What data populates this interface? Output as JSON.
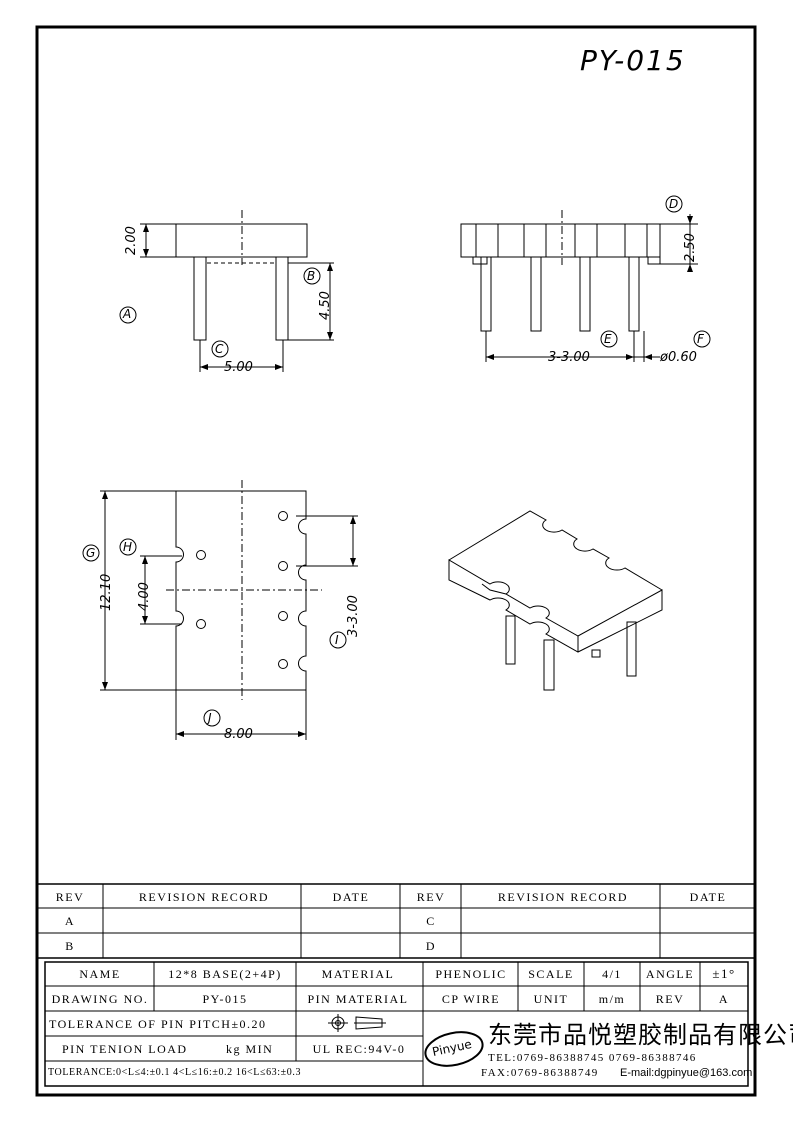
{
  "drawing": {
    "title": "PY-015",
    "dimensions": {
      "a_value": "2.00",
      "b_value": "4.50",
      "c_value": "5.00",
      "d_value": "2.50",
      "e_value": "3-3.00",
      "f_value": "ø0.60",
      "g_value": "12.10",
      "h_value": "4.00",
      "i_value": "3-3.00",
      "j_value": "8.00"
    },
    "callouts": [
      "A",
      "B",
      "C",
      "D",
      "E",
      "F",
      "G",
      "H",
      "I",
      "J"
    ]
  },
  "revision_table": {
    "headers": [
      "REV",
      "REVISION RECORD",
      "DATE",
      "REV",
      "REVISION RECORD",
      "DATE"
    ],
    "rows": [
      {
        "rev_left": "A",
        "rev_right": "C"
      },
      {
        "rev_left": "B",
        "rev_right": "D"
      }
    ]
  },
  "title_block": {
    "name_label": "NAME",
    "name_value": "12*8 BASE(2+4P)",
    "material_label": "MATERIAL",
    "material_value": "PHENOLIC",
    "scale_label": "SCALE",
    "scale_value": "4/1",
    "angle_label": "ANGLE",
    "angle_value": "±1°",
    "drawing_no_label": "DRAWING NO.",
    "drawing_no_value": "PY-015",
    "pin_material_label": "PIN MATERIAL",
    "pin_material_value": "CP WIRE",
    "unit_label": "UNIT",
    "unit_value": "m/m",
    "rev_label": "REV",
    "rev_value": "A",
    "tolerance_pitch": "TOLERANCE OF PIN PITCH±0.20",
    "pin_load": "PIN TENION LOAD",
    "pin_load_unit": "kg MIN",
    "ul_rec": "UL REC:94V-0",
    "tolerance_general": "TOLERANCE:0<L≤4:±0.1 4<L≤16:±0.2 16<L≤63:±0.3",
    "logo_text": "Pinyue",
    "company_name": "东莞市品悦塑胶制品有限公司",
    "tel": "TEL:0769-86388745 0769-86388746",
    "fax": "FAX:0769-86388749",
    "email": "E-mail:dgpinyue@163.com"
  }
}
